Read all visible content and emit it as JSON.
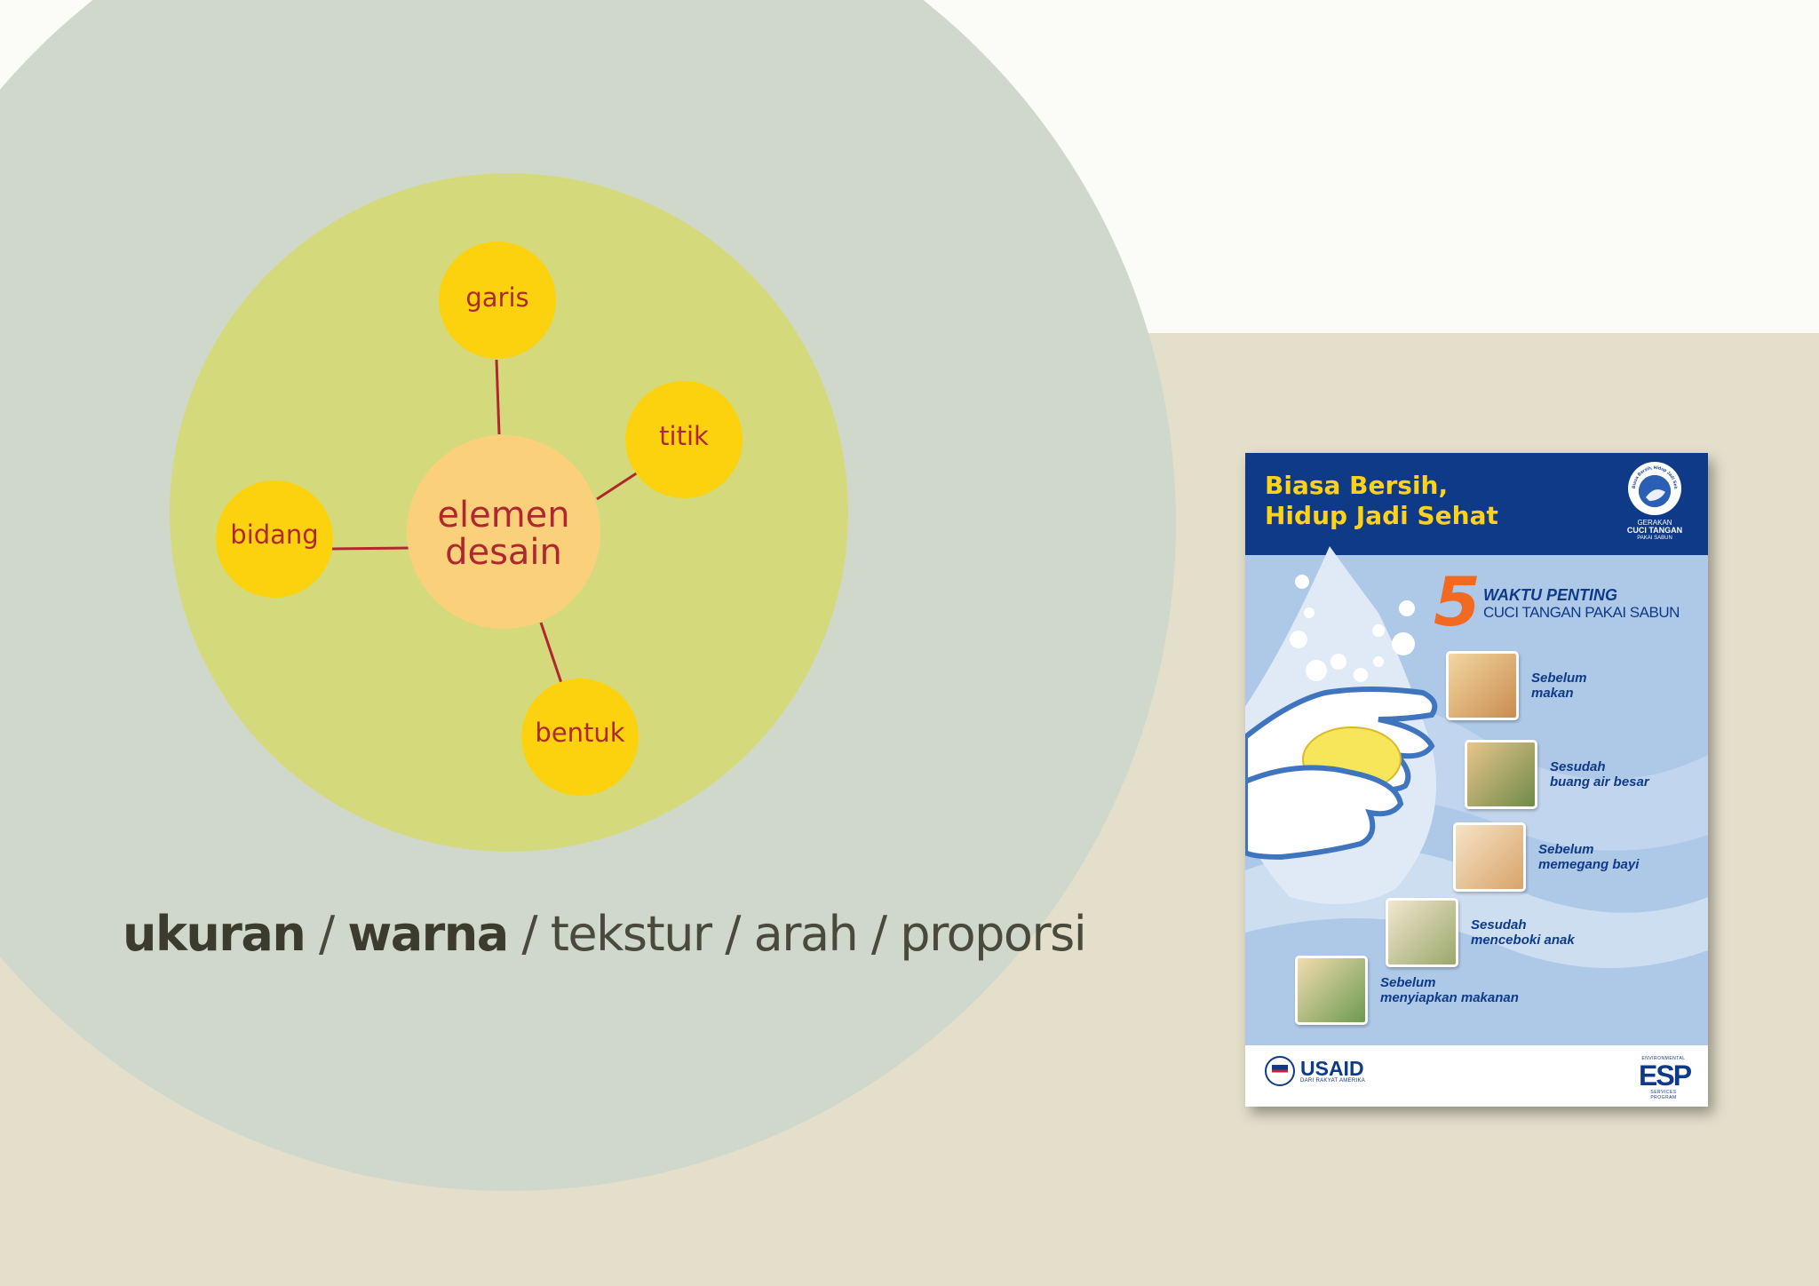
{
  "diagram": {
    "center_line1": "elemen",
    "center_line2": "desain",
    "nodes": {
      "garis": "garis",
      "titik": "titik",
      "bidang": "bidang",
      "bentuk": "bentuk"
    }
  },
  "attributes": {
    "ukuran": "ukuran",
    "warna": "warna",
    "tekstur": "tekstur",
    "arah": "arah",
    "proporsi": "proporsi",
    "separator": " / "
  },
  "poster": {
    "title_line1": "Biasa Bersih,",
    "title_line2": "Hidup Jadi Sehat",
    "logo_arc": "Biasa Bersih, Hidup Jadi Sehat",
    "logo_line1": "GERAKAN",
    "logo_line2": "CUCI TANGAN",
    "logo_line3": "PAKAI SABUN",
    "number": "5",
    "subtitle_line1": "WAKTU PENTING",
    "subtitle_line2": "CUCI TANGAN PAKAI SABUN",
    "moments": [
      {
        "label": "Sebelum\nmakan"
      },
      {
        "label": "Sesudah\nbuang air besar"
      },
      {
        "label": "Sebelum\nmemegang bayi"
      },
      {
        "label": "Sesudah\nmenceboki anak"
      },
      {
        "label": "Sebelum\nmenyiapkan makanan"
      }
    ],
    "usaid": "USAID",
    "usaid_sub": "DARI RAKYAT AMERIKA",
    "esp_top": "ENVIRONMENTAL",
    "esp": "ESP",
    "esp_bottom": "SERVICES PROGRAM"
  },
  "colors": {
    "outer_circle": "#d0d8cc",
    "inner_circle": "#d4da7c",
    "center_node": "#fbd07a",
    "leaf_node": "#fcd20e",
    "connector": "#b0282f",
    "label": "#b0282f",
    "poster_blue": "#0e3a87",
    "poster_accent": "#f26a21"
  }
}
